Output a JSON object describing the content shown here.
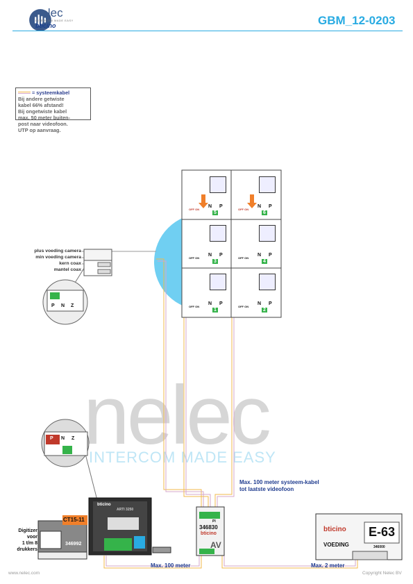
{
  "header": {
    "logo_name": "nelec",
    "logo_tagline": "INTERCOM MADE EASY",
    "logo_brand": "bticino",
    "document_code": "GBM_12-0203"
  },
  "legend": {
    "title": "= systeemkabel",
    "lines": [
      "Bij andere getwiste",
      "kabel 66% afstand!",
      "Bij ongetwiste kabel",
      "max. 50 meter buiten-",
      "post naar videofoon.",
      "UTP op aanvraag."
    ]
  },
  "camera_labels": [
    "plus voeding camera",
    "min voeding camera",
    "kern coax",
    "mantel coax"
  ],
  "terminal_letters": [
    "P",
    "N",
    "Z"
  ],
  "videophones": [
    {
      "number": "5",
      "switch_label": "OFF ON"
    },
    {
      "number": "6",
      "switch_label": "OFF ON"
    },
    {
      "number": "3",
      "switch_label": "OFF ON"
    },
    {
      "number": "4",
      "switch_label": "OFF ON"
    },
    {
      "number": "1",
      "switch_label": "OFF ON"
    },
    {
      "number": "2",
      "switch_label": "OFF ON"
    }
  ],
  "videophone_terminal_labels": {
    "n": "N",
    "p": "P"
  },
  "devices": {
    "digitizer_label": [
      "Digitizer",
      "voor",
      "1 t/m 8",
      "drukkers"
    ],
    "digitizer_code": "346992",
    "digitizer_badge": "CT15-11",
    "panel_brand": "bticino",
    "panel_model": "ARTI 3250",
    "av_code": "346830",
    "av_brand": "bticino",
    "av_label": "AV",
    "av_pi": "PI",
    "supply_brand": "bticino",
    "supply_model": "E-63",
    "supply_label": "VOEDING",
    "supply_code": "346000"
  },
  "annotations": {
    "max_system": "Max. 100 meter systeem-kabel tot laatste videofoon",
    "max_100": "Max. 100 meter",
    "max_2": "Max. 2 meter"
  },
  "watermark": {
    "word": "nelec",
    "tagline": "INTERCOM MADE EASY"
  },
  "footer": {
    "url": "www.nelec.com",
    "copyright": "Copyright Nelec BV"
  },
  "colors": {
    "accent": "#29abe2",
    "brand_blue": "#1b3f8f",
    "cable_orange": "#f2b84b",
    "cable_pink": "#d6a7c9",
    "status_green": "#35b34a"
  }
}
